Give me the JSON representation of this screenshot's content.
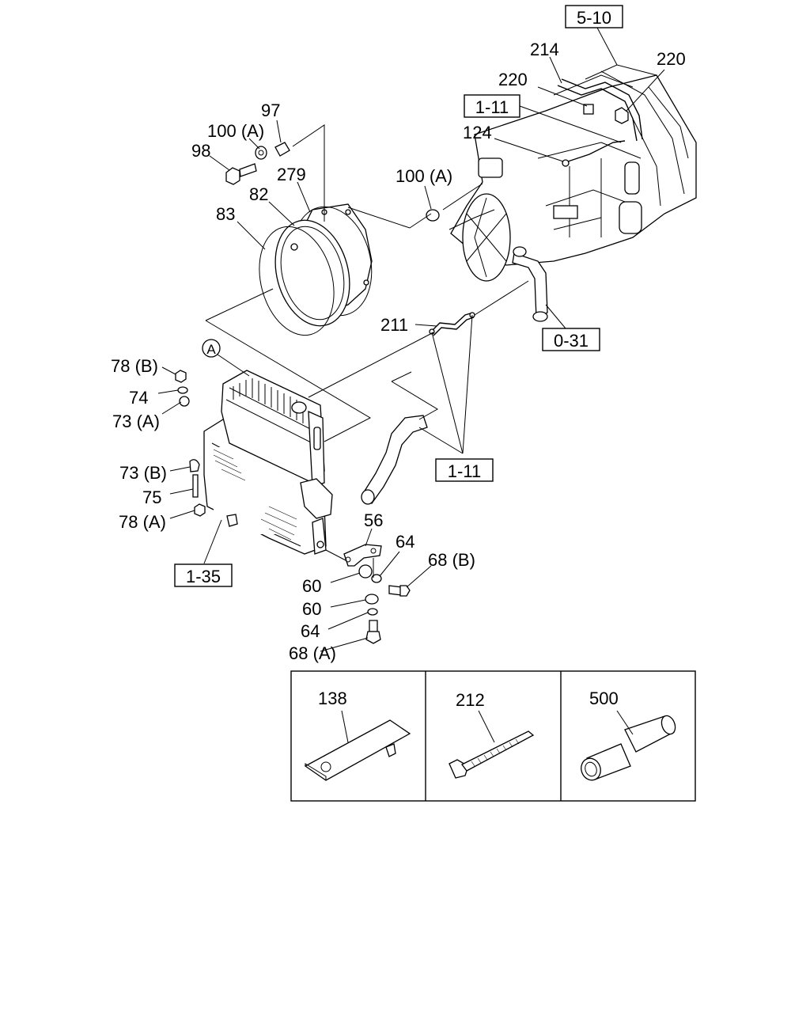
{
  "refs": {
    "r5_10": "5-10",
    "r1_11_top": "1-11",
    "r0_31": "0-31",
    "r1_11_mid": "1-11",
    "r1_35": "1-35"
  },
  "callouts": {
    "c214": "214",
    "c220a": "220",
    "c220b": "220",
    "c124": "124",
    "c97": "97",
    "c100a_top": "100 (A)",
    "c98": "98",
    "c279": "279",
    "c82": "82",
    "c83": "83",
    "c100a_mid": "100 (A)",
    "c211": "211",
    "cA": "A",
    "c78b": "78 (B)",
    "c74": "74",
    "c73a": "73 (A)",
    "c73b": "73 (B)",
    "c75": "75",
    "c78a": "78 (A)",
    "c56": "56",
    "c64a": "64",
    "c68b": "68 (B)",
    "c60a": "60",
    "c60b": "60",
    "c64b": "64",
    "c68a": "68 (A)"
  },
  "inset": {
    "p138": "138",
    "p212": "212",
    "p500": "500"
  }
}
